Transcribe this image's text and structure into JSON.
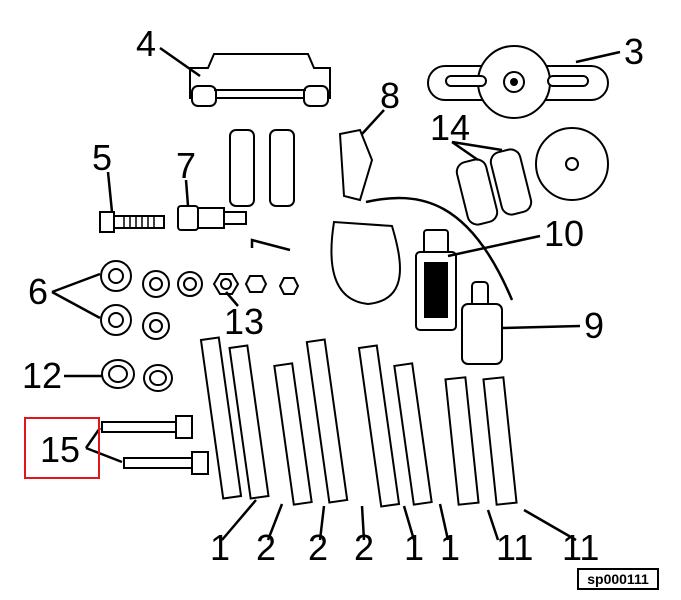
{
  "callouts": {
    "c1": "4",
    "c2": "3",
    "c3": "8",
    "c4": "14",
    "c5": "5",
    "c6": "7",
    "c7": "10",
    "c8": "6",
    "c9": "13",
    "c10": "9",
    "c11": "12",
    "c12": "15",
    "b1": "1",
    "b2": "2",
    "b3": "2",
    "b4": "2",
    "b5": "1",
    "b6": "1",
    "b7": "11",
    "b8": "11"
  },
  "reference_code": "sp000111",
  "highlight_color": "#e0161b"
}
